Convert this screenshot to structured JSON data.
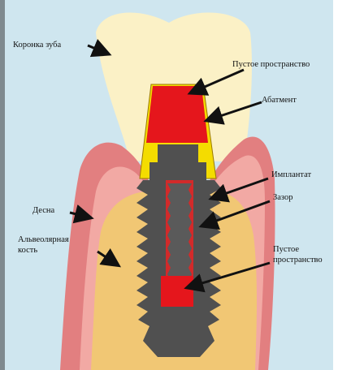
{
  "labels": {
    "crown": "Коронка зуба",
    "void_top": "Пустое пространство",
    "abutment": "Абатмент",
    "implant": "Имплантат",
    "gap": "Зазор",
    "gum": "Десна",
    "bone_line1": "Альвеолярная",
    "bone_line2": "кость",
    "void_bottom_line1": "Пустое",
    "void_bottom_line2": "пространство"
  },
  "colors": {
    "background": "#cfe6ef",
    "crown": "#fbf1c6",
    "gum": "#e27f80",
    "gum_edge": "#f2a9a4",
    "bone": "#f1c774",
    "abutment_shell": "#f4dc00",
    "void": "#e5161c",
    "implant": "#505050",
    "implant_gap": "#d22a2a",
    "arrow": "#111111"
  }
}
